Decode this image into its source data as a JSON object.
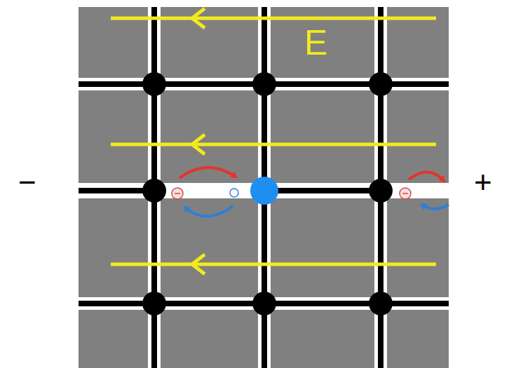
{
  "diagram": {
    "labels": [
      "E",
      "−",
      "+"
    ]
  }
}
